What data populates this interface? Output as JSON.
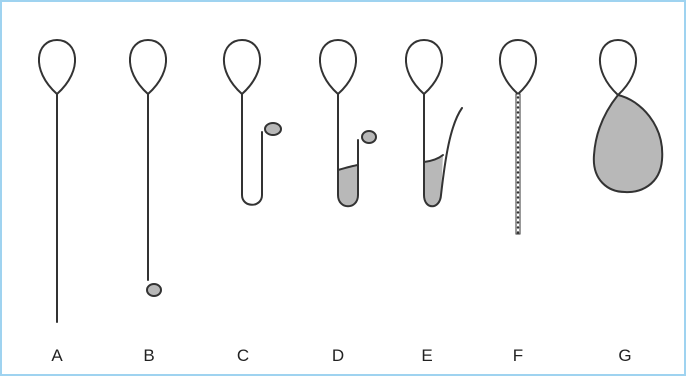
{
  "figures": [
    {
      "label": "A"
    },
    {
      "label": "B"
    },
    {
      "label": "C"
    },
    {
      "label": "D"
    },
    {
      "label": "E"
    },
    {
      "label": "F"
    },
    {
      "label": "G"
    }
  ],
  "colors": {
    "frame": "#9fd3f0",
    "stroke": "#333333",
    "fill_gray": "#b8b8b8",
    "background": "#ffffff"
  }
}
